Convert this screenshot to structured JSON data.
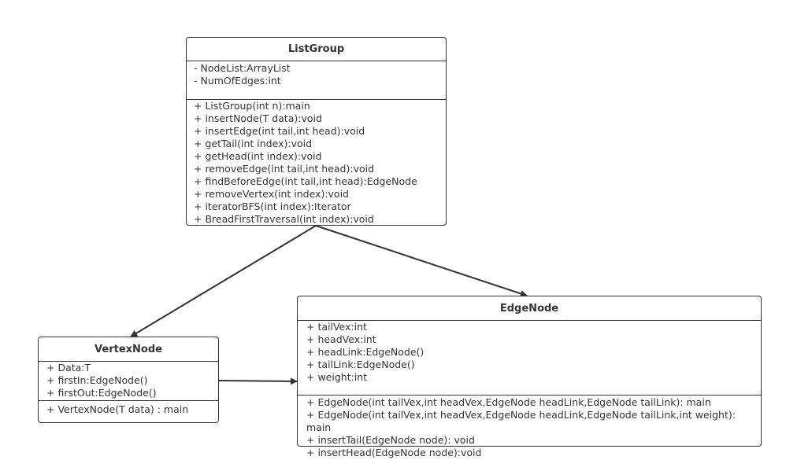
{
  "classes": {
    "listgroup": {
      "name": "ListGroup",
      "attributes": [
        "- NodeList:ArrayList",
        "- NumOfEdges:int"
      ],
      "methods": [
        "+ ListGroup(int n):main",
        "+ insertNode(T data):void",
        "+ insertEdge(int tail,int head):void",
        "+ getTail(int index):void",
        "+ getHead(int index):void",
        "+ removeEdge(int tail,int head):void",
        "+ findBeforeEdge(int tail,int head):EdgeNode",
        "+ removeVertex(int index):void",
        "+ iteratorBFS(int index):Iterator",
        "+ BreadFirstTraversal(int index):void"
      ]
    },
    "vertexnode": {
      "name": "VertexNode",
      "attributes": [
        "+ Data:T",
        "+ firstIn:EdgeNode()",
        "+ firstOut:EdgeNode()"
      ],
      "methods": [
        "+ VertexNode(T data) : main"
      ]
    },
    "edgenode": {
      "name": "EdgeNode",
      "attributes": [
        "+ tailVex:int",
        "+ headVex:int",
        "+ headLink:EdgeNode()",
        "+ tailLink:EdgeNode()",
        "+ weight:int"
      ],
      "methods": [
        "+ EdgeNode(int tailVex,int headVex,EdgeNode headLink,EdgeNode tailLink): main",
        "+ EdgeNode(int tailVex,int headVex,EdgeNode headLink,EdgeNode tailLink,int weight): main",
        "+ insertTail(EdgeNode node): void",
        "+ insertHead(EdgeNode node):void"
      ]
    }
  },
  "colors": {
    "stroke": "#333333",
    "background": "#ffffff",
    "text": "#333333"
  }
}
